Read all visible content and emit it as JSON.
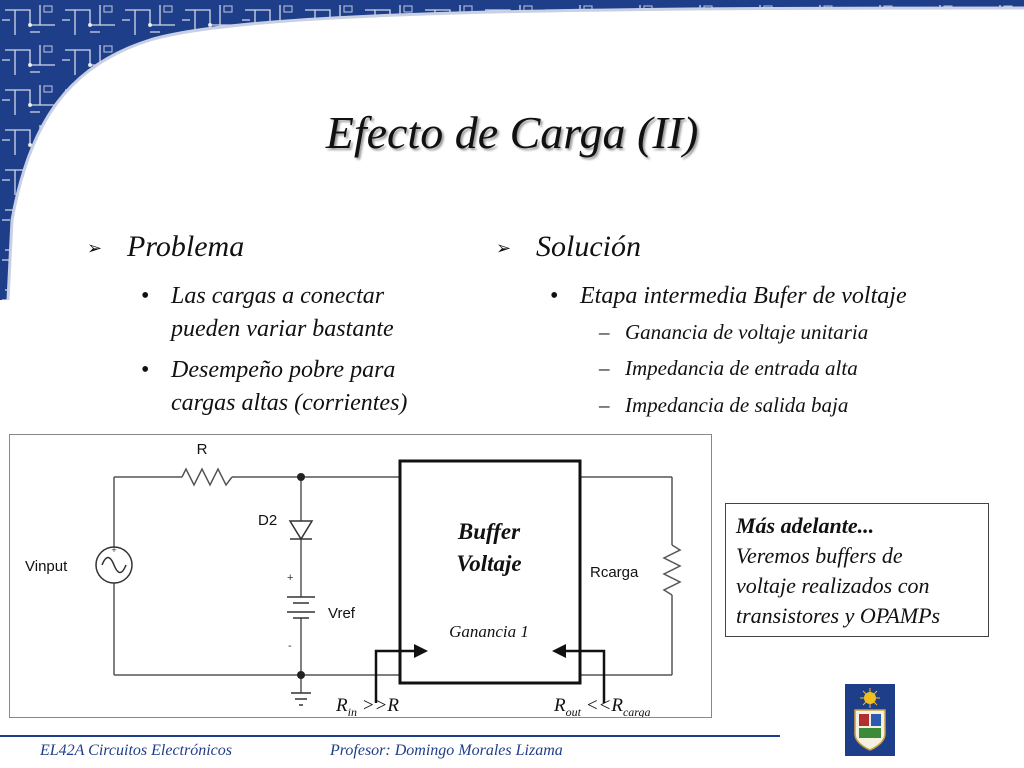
{
  "title": "Efecto de Carga (II)",
  "left": {
    "heading": "Problema",
    "items": [
      [
        "Las cargas a conectar",
        "pueden variar bastante"
      ],
      [
        "Desempeño pobre para",
        "cargas altas (corrientes)"
      ]
    ]
  },
  "right": {
    "heading": "Solución",
    "item": "Etapa intermedia Bufer de voltaje",
    "subitems": [
      "Ganancia de voltaje unitaria",
      "Impedancia de entrada alta",
      "Impedancia de salida baja"
    ]
  },
  "circuit": {
    "r_label": "R",
    "d2_label": "D2",
    "vinput_label": "Vinput",
    "vref_label": "Vref",
    "plus": "+",
    "minus": "-",
    "rcarga_label": "Rcarga",
    "buffer_line1": "Buffer",
    "buffer_line2": "Voltaje",
    "gain_label": "Ganancia 1",
    "rin_main": "R",
    "rin_sub": "in",
    "rin_rel": " >>R",
    "rout_main": "R",
    "rout_sub": "out",
    "rout_rel": " <<R",
    "rcarga_sub": "carga"
  },
  "note": {
    "title": "Más adelante...",
    "lines": [
      "Veremos buffers de",
      "voltaje realizados con",
      "transistores y OPAMPs"
    ]
  },
  "footer": {
    "course": "EL42A Circuitos Electrónicos",
    "professor": "Profesor: Domingo Morales Lizama"
  },
  "colors": {
    "banner_blue": "#1f3e8a",
    "footer_blue": "#1f3e8a"
  },
  "icons": {
    "bullet_level1": "arrow-bullet-icon",
    "bullet_level2": "dot-bullet-icon",
    "bullet_level3": "dash-bullet-icon",
    "logo": "university-crest-icon"
  }
}
